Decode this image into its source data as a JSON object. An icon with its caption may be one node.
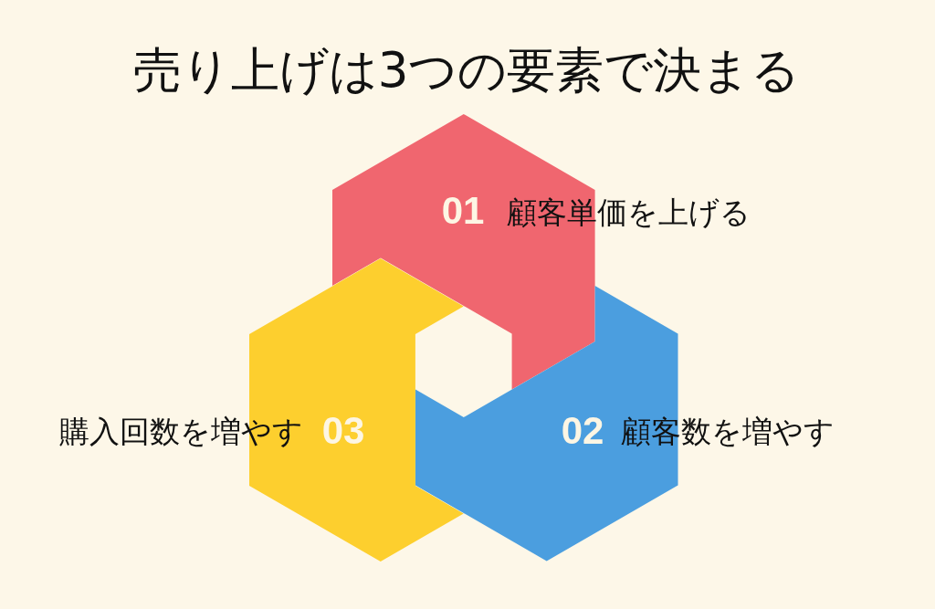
{
  "diagram": {
    "title": "売り上げは3つの要素で決まる",
    "nodes": [
      {
        "text": [
          "01",
          "顧客単価を上げる"
        ]
      },
      {
        "text": [
          "02",
          "顧客数を増やす"
        ]
      },
      {
        "text": [
          "購入回数を増やす",
          "03"
        ]
      }
    ]
  }
}
